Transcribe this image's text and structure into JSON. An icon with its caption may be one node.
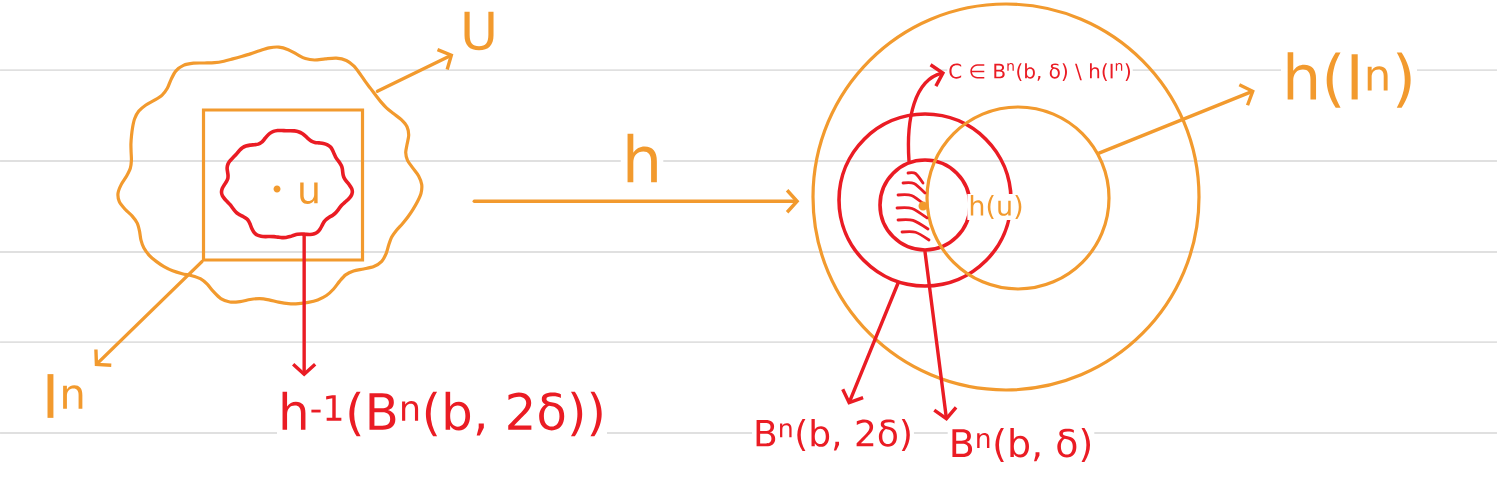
{
  "diagram": {
    "nodes": [
      {
        "text": [],
        "shape": "cloud"
      },
      {
        "text": [],
        "shape": "box",
        "in": 0
      },
      {
        "text": [],
        "shape": "cloud",
        "in": 1
      },
      {
        "text": [
          "U"
        ]
      },
      {
        "text": [
          "I$^{n}$"
        ]
      },
      {
        "text": [
          "h$^{-1}$(B$^{n}$(b, 2δ))"
        ]
      },
      {
        "text": [],
        "shape": "circle"
      },
      {
        "text": [],
        "shape": "circle",
        "in": 6
      },
      {
        "text": [],
        "shape": "circle",
        "in": 7
      },
      {
        "text": [],
        "shape": "circle",
        "in": 6
      },
      {
        "text": [
          "C ∈ B$^{n}$(b, δ) \\ h(I$^{n}$)"
        ],
        "in": 6
      },
      {
        "text": [
          "h(I$^{n}$)"
        ]
      },
      {
        "text": [
          "B$^{n}$(b, 2δ)"
        ]
      },
      {
        "text": [
          "B$^{n}$(b, δ)"
        ]
      }
    ],
    "edges": [
      {
        "from": 0,
        "to": 3,
        "arrow": "to"
      },
      {
        "from": 1,
        "to": 4,
        "arrow": "to"
      },
      {
        "from": 2,
        "to": 5,
        "arrow": "to",
        "color": "#ea1c24"
      },
      {
        "from": 0,
        "to": 6,
        "arrow": "to",
        "label": "h"
      },
      {
        "from": 8,
        "to": 10,
        "arrow": "to",
        "color": "#ea1c24"
      },
      {
        "from": 9,
        "to": 11,
        "arrow": "to"
      },
      {
        "from": 7,
        "to": 12,
        "arrow": "to",
        "color": "#ea1c24"
      },
      {
        "from": 8,
        "to": 13,
        "arrow": "to",
        "color": "#ea1c24"
      }
    ],
    "labels": [
      "u",
      "h(u)"
    ]
  }
}
